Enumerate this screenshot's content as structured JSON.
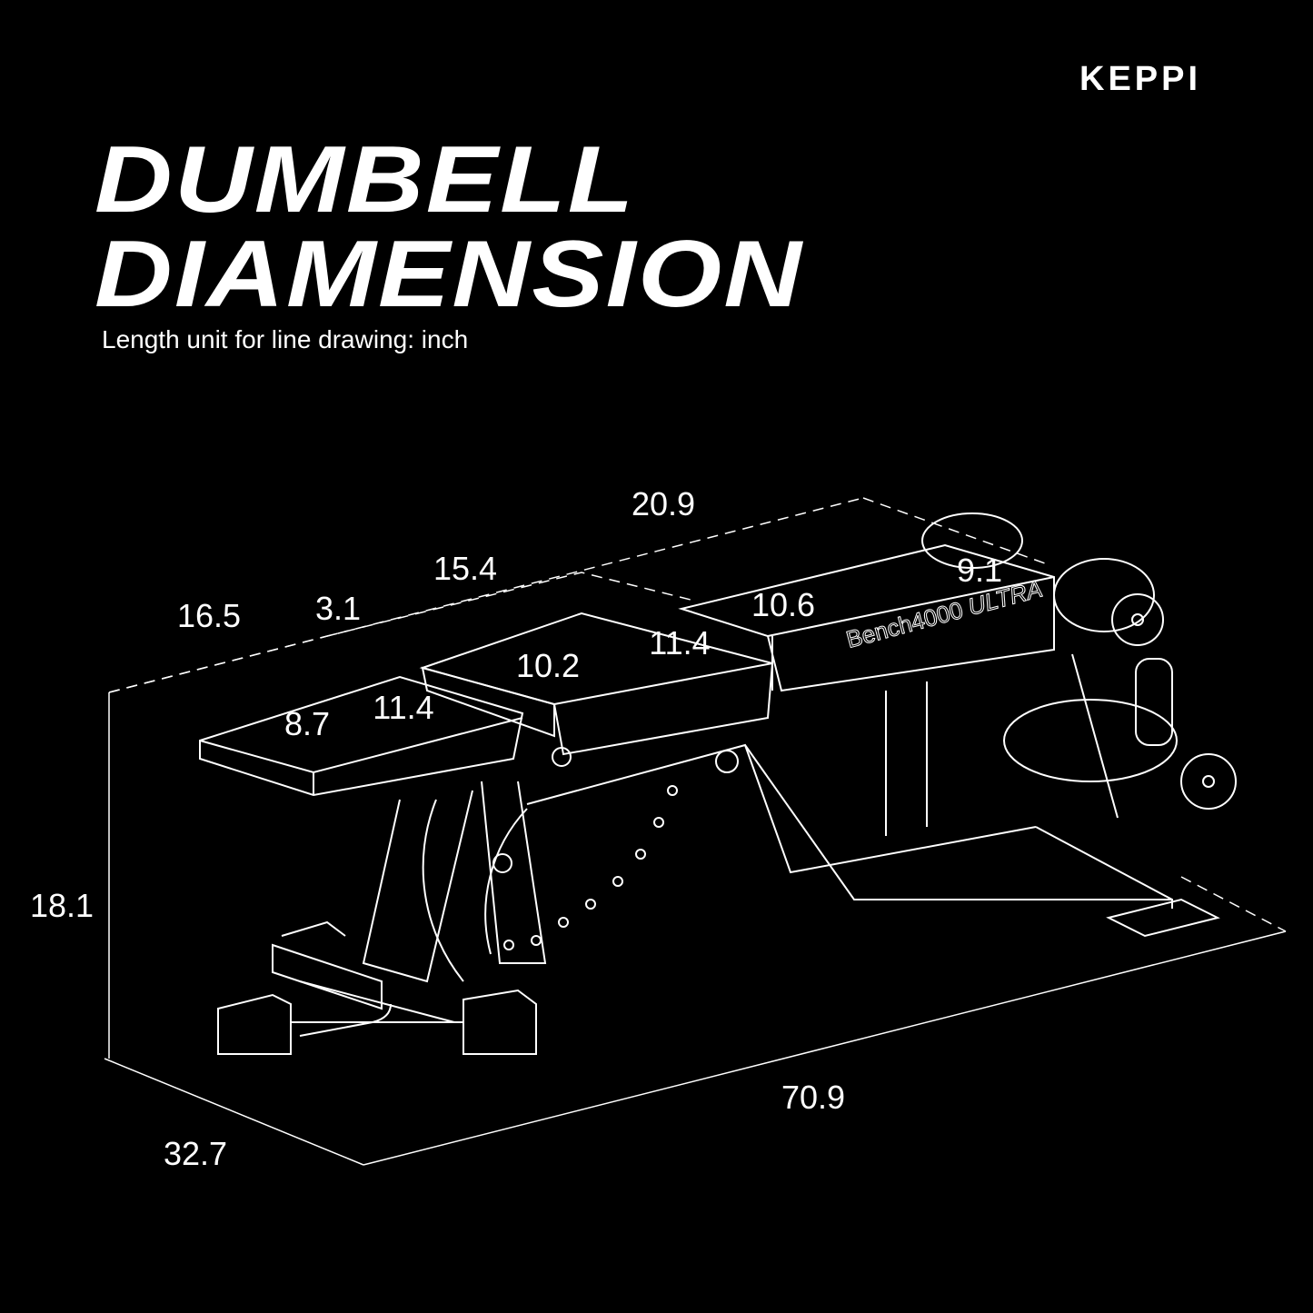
{
  "brand": {
    "logo": "KEPPI"
  },
  "title": {
    "line1": "DUMBELL",
    "line2": "DIAMENSION"
  },
  "subtitle": "Length unit for line drawing: inch",
  "product_label": {
    "model": "Bench4000",
    "edition": "ULTRA"
  },
  "dimensions": {
    "overall_top_length": "20.9",
    "middle_pad_section": "15.4",
    "seat_section": "16.5",
    "gap": "3.1",
    "back_pad_width": "9.1",
    "back_pad_length": "10.6",
    "middle_pad_length": "11.4",
    "middle_pad_width": "10.2",
    "seat_length": "11.4",
    "seat_width": "8.7",
    "height": "18.1",
    "overall_length": "70.9",
    "overall_width": "32.7"
  },
  "colors": {
    "background": "#000000",
    "foreground": "#ffffff"
  }
}
